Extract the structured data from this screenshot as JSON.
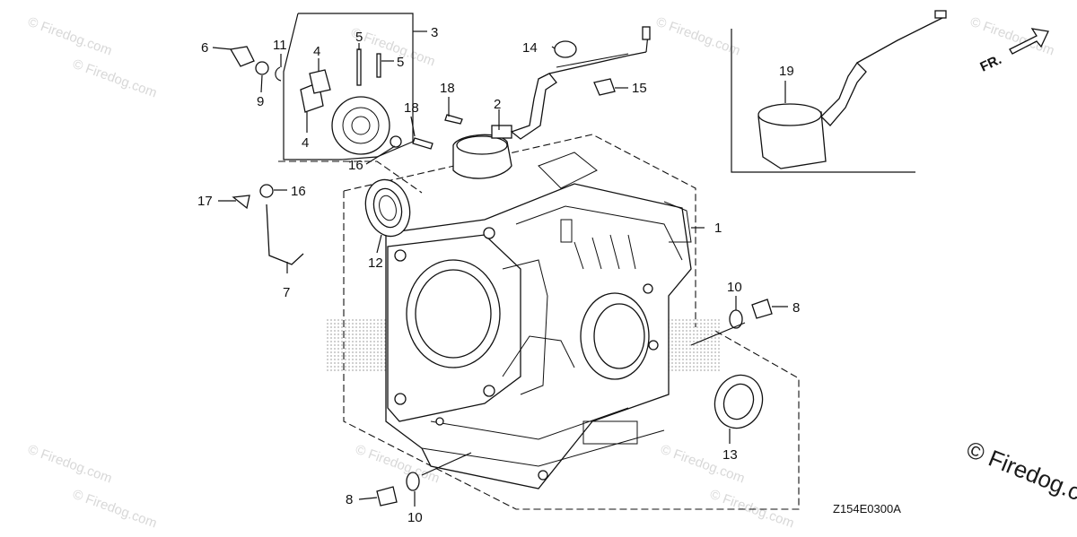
{
  "diagram": {
    "code": "Z154E0300A",
    "front_marker": "FR.",
    "watermark": "© Firedog.com",
    "watermark_large": "© Firedog.com"
  },
  "labels": {
    "l1": "1",
    "l2": "2",
    "l3": "3",
    "l4a": "4",
    "l4b": "4",
    "l5a": "5",
    "l5b": "5",
    "l6": "6",
    "l7": "7",
    "l8a": "8",
    "l8b": "8",
    "l9": "9",
    "l10a": "10",
    "l10b": "10",
    "l11": "11",
    "l12": "12",
    "l13": "13",
    "l14": "14",
    "l15": "15",
    "l16a": "16",
    "l16b": "16",
    "l17": "17",
    "l18a": "18",
    "l18b": "18",
    "l19": "19"
  }
}
